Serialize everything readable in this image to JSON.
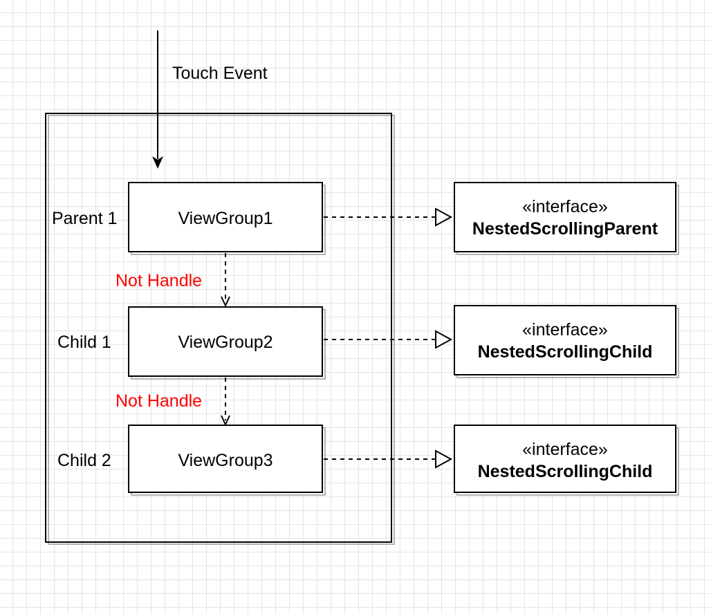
{
  "touch_event_label": "Touch Event",
  "rows": [
    {
      "role": "Parent 1",
      "viewgroup": "ViewGroup1",
      "interface_stereotype": "«interface»",
      "interface_name": "NestedScrollingParent"
    },
    {
      "role": "Child 1",
      "viewgroup": "ViewGroup2",
      "interface_stereotype": "«interface»",
      "interface_name": "NestedScrollingChild"
    },
    {
      "role": "Child 2",
      "viewgroup": "ViewGroup3",
      "interface_stereotype": "«interface»",
      "interface_name": "NestedScrollingChild"
    }
  ],
  "transitions": [
    {
      "label": "Not Handle"
    },
    {
      "label": "Not Handle"
    }
  ],
  "colors": {
    "line": "#000000",
    "shadow": "#b3b3b3",
    "transition_label": "#ff0000",
    "grid": "#e4e4e4"
  }
}
